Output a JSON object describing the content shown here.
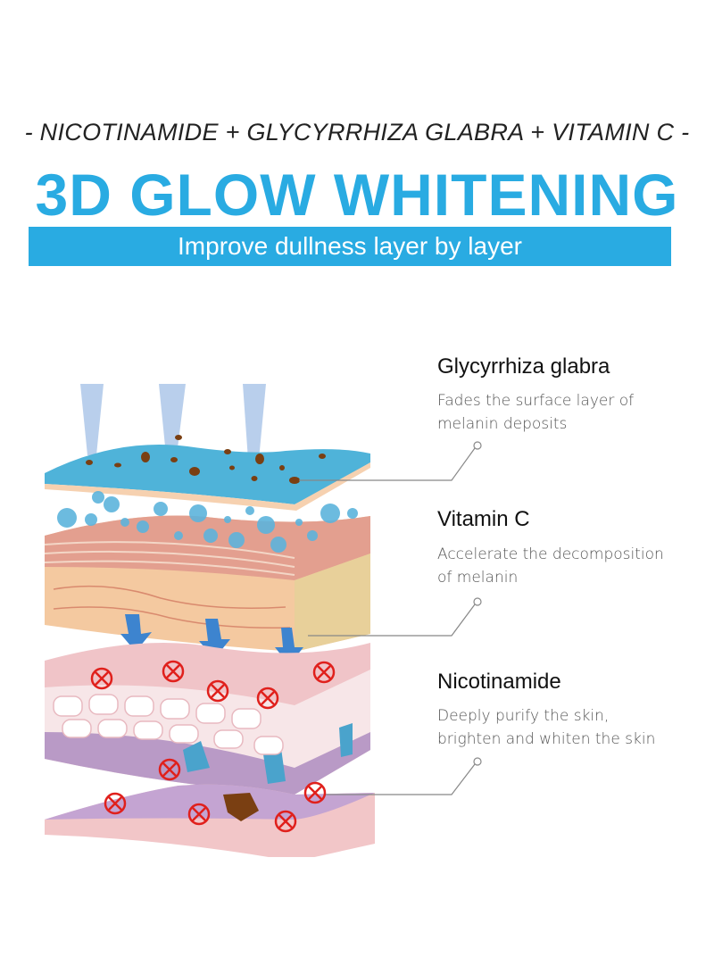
{
  "header": {
    "ingredients_line": "- NICOTINAMIDE + GLYCYRRHIZA GLABRA + VITAMIN C -",
    "headline": "3D GLOW WHITENING",
    "banner": "Improve dullness layer by layer"
  },
  "colors": {
    "accent": "#29abe2",
    "title_text": "#111111",
    "desc_text": "#555555"
  },
  "ingredients": [
    {
      "name": "Glycyrrhiza glabra",
      "desc_line1": "Fades the surface layer of",
      "desc_line2": "melanin deposits"
    },
    {
      "name": "Vitamin C",
      "desc_line1": "Accelerate the decomposition",
      "desc_line2": "of melanin"
    },
    {
      "name": "Nicotinamide",
      "desc_line1": "Deeply purify the skin,",
      "desc_line2": "brighten and whiten the skin"
    }
  ]
}
